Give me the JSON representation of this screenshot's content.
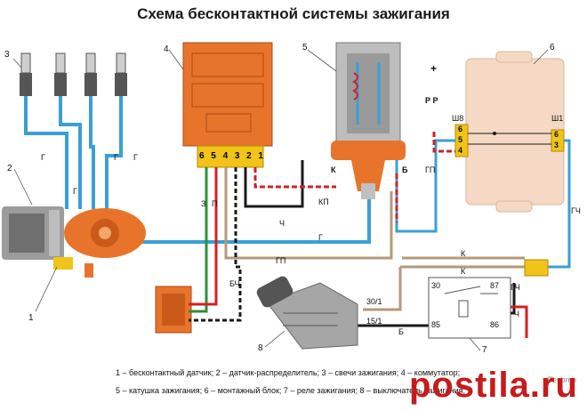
{
  "title": "Схема бесконтактной системы зажигания",
  "callouts": {
    "c1": "1",
    "c2": "2",
    "c3": "3",
    "c4": "4",
    "c5": "5",
    "c6": "6",
    "c7": "7",
    "c8": "8"
  },
  "module_pins": [
    "6",
    "5",
    "4",
    "3",
    "2",
    "1"
  ],
  "coil_terminals": {
    "k": "К",
    "b": "Б"
  },
  "ignition_switch": {
    "t30": "30/1",
    "t15": "15/1"
  },
  "relay_pins": {
    "p30": "30",
    "p87": "87",
    "p85": "85",
    "p86": "86"
  },
  "fuse_block": {
    "sh8": "Ш8",
    "sh1": "Ш1",
    "left_pins": [
      "6",
      "5",
      "4"
    ],
    "right_pins": [
      "6",
      "3"
    ]
  },
  "wire_labels": {
    "g1": "Г",
    "g2": "Г",
    "g3": "Г",
    "g4": "Г",
    "g5": "Г",
    "z": "З",
    "p": "П",
    "kp": "КП",
    "ch": "Ч",
    "gp": "ГП",
    "gp2": "ГП",
    "bch": "БЧ",
    "k1": "К",
    "k2": "К",
    "b": "Б",
    "gch": "ГЧ",
    "gch2": "ГЧ",
    "ch2": "Ч",
    "rr": "Р Р",
    "plus": "+"
  },
  "legend": {
    "line1": "1 – бесконтактный датчик; 2 – датчик-распределитель; 3 – свечи зажигания; 4 – коммутатор;",
    "line2": "5 – катушка зажигания; 6 – монтажный блок; 7 – реле зажигания; 8 – выключатель зажигания;"
  },
  "watermark": {
    "main": "postila.ru",
    "small": "Fesbmo"
  },
  "colors": {
    "blue": "#3a9fd6",
    "red": "#d32020",
    "green": "#2f8f3a",
    "brown": "#b5987a",
    "black": "#1a1a1a",
    "orange": "#e8742b",
    "yellow": "#f2c318",
    "beige": "#f5d9c4"
  }
}
